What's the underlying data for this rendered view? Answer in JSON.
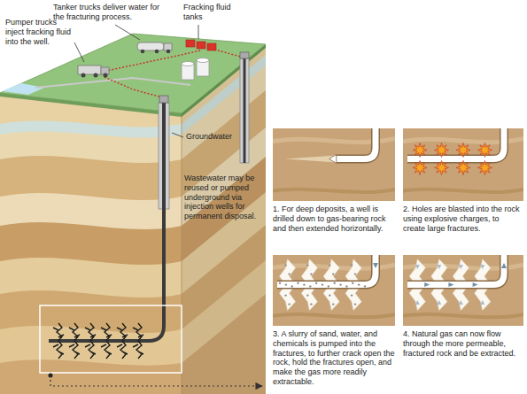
{
  "diagram": {
    "nodes": [
      {
        "text": [
          "1. For deep deposits, a well is drilled down to gas-bearing rock and then extended horizontally."
        ]
      },
      {
        "text": [
          "2. Holes are blasted into the rock using explosive charges, to create large fractures."
        ]
      },
      {
        "text": [
          "3. A slurry of sand, water, and chemicals is pumped into the fractures, to further crack open the rock, hold the fractures open, and make the gas more readily extractable."
        ]
      },
      {
        "text": [
          "4. Natural gas can now flow through the more permeable, fractured rock and be extracted."
        ]
      }
    ],
    "labels": [
      "Tanker trucks deliver water for the fracturing process.",
      "Pumper trucks inject fracking fluid into the well.",
      "Fracking fluid tanks",
      "Groundwater",
      "Wastewater may be reused or pumped underground via injection wells for permanent disposal."
    ]
  }
}
